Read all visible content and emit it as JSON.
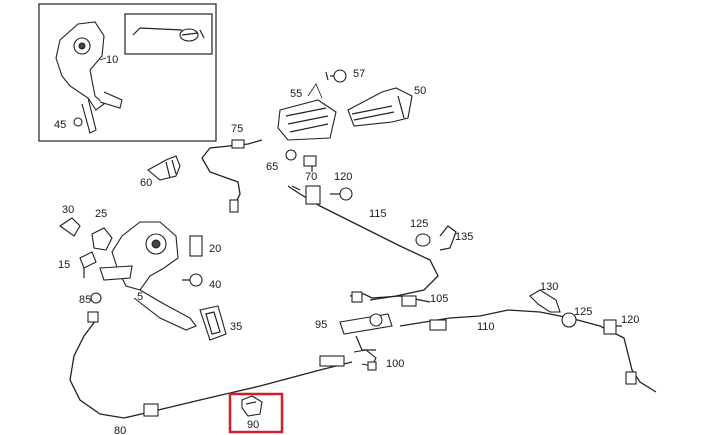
{
  "labels": {
    "l10": "10",
    "l45": "45",
    "l55": "55",
    "l57": "57",
    "l50": "50",
    "l75": "75",
    "l60": "60",
    "l65": "65",
    "l70": "70",
    "l120a": "120",
    "l115": "115",
    "l125a": "125",
    "l135": "135",
    "l30": "30",
    "l25": "25",
    "l20": "20",
    "l15": "15",
    "l40": "40",
    "l85": "85",
    "l5": "5",
    "l35": "35",
    "l105": "105",
    "l95": "95",
    "l110": "110",
    "l130": "130",
    "l125b": "125",
    "l120b": "120",
    "l100": "100",
    "l80": "80",
    "l90": "90"
  },
  "colors": {
    "highlight": "#d0202a",
    "line": "#222222"
  }
}
